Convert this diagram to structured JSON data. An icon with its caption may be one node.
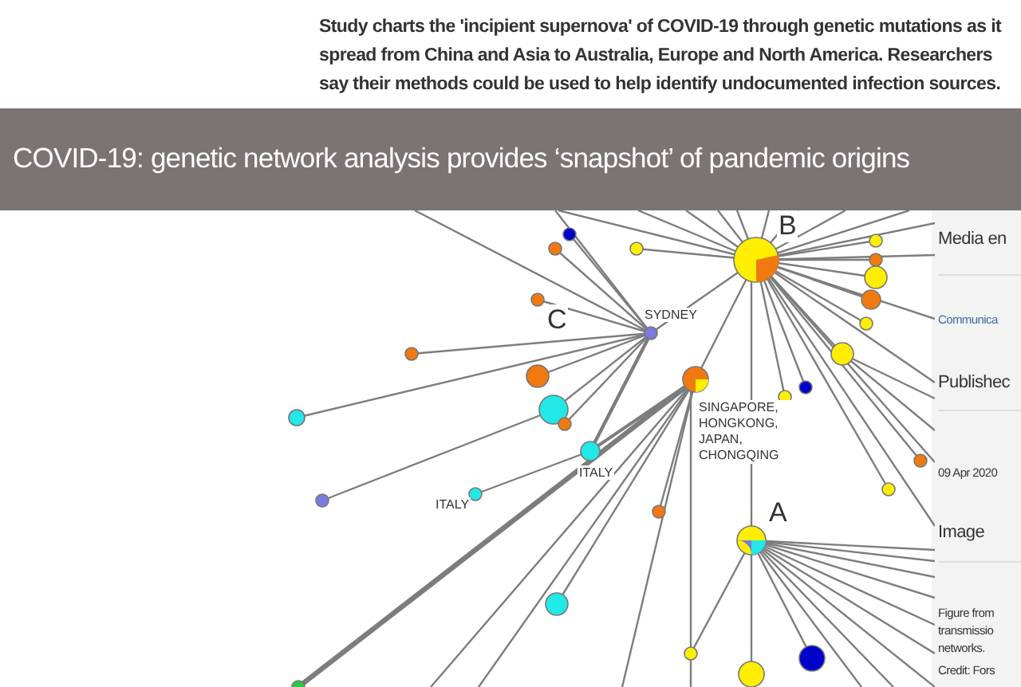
{
  "diagram": {
    "title": "COVID-19: genetic network analysis provides ‘snapshot’ of pandemic origins",
    "labels": [
      "Study charts the 'incipient supernova' of COVID-19 through genetic mutations as it spread from China and Asia to Australia, Europe and North America. Researchers say their methods could be used to help identify undocumented infection sources.",
      "B",
      "C",
      "SYDNEY",
      "SINGAPORE, HONGKONG, JAPAN, CHONGQING",
      "ITALY",
      "ITALY",
      "A",
      "Media en",
      "Communica",
      "Publishec",
      "09 Apr 2020",
      "Image",
      "Figure from",
      "transmissio",
      "networks.",
      "Credit: Fors"
    ]
  }
}
